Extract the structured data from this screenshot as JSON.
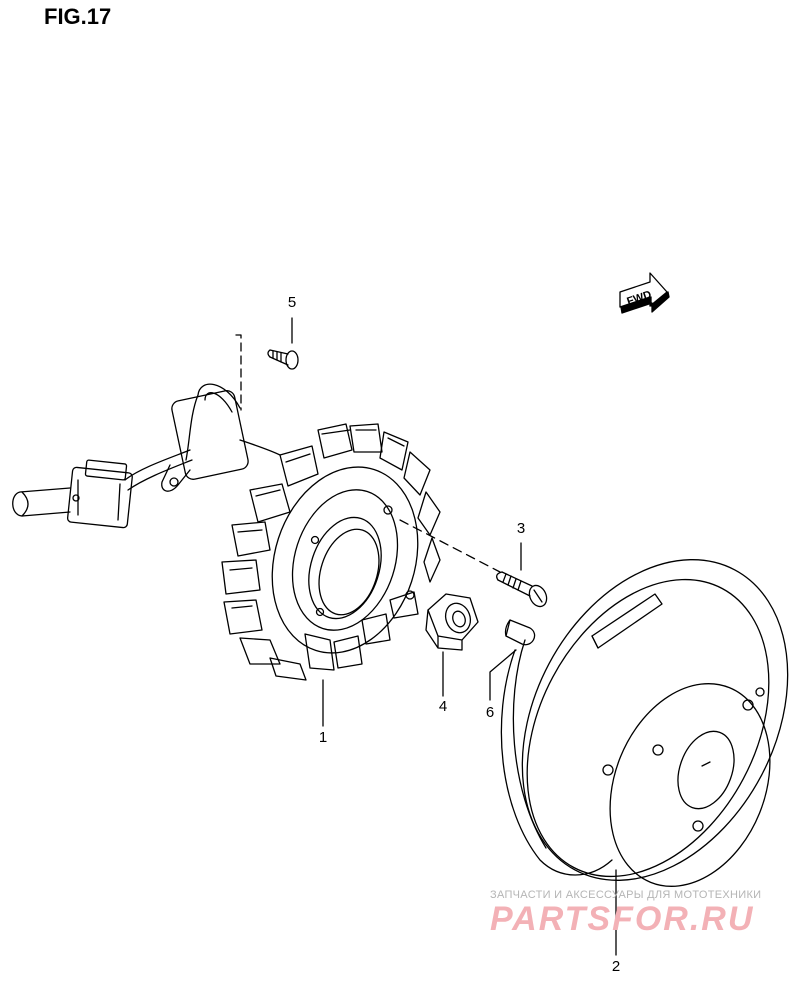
{
  "figure": {
    "title": "FIG.17"
  },
  "direction_marker": {
    "label": "FWD"
  },
  "callouts": [
    {
      "id": "1",
      "label": "1"
    },
    {
      "id": "2",
      "label": "2"
    },
    {
      "id": "3",
      "label": "3"
    },
    {
      "id": "4",
      "label": "4"
    },
    {
      "id": "5",
      "label": "5"
    },
    {
      "id": "6",
      "label": "6"
    }
  ],
  "watermark": {
    "tagline": "ЗАПЧАСТИ И АКСЕССУАРЫ ДЛЯ МОТОТЕХНИКИ",
    "brand": "PARTSFOR.RU",
    "color": "#f3b1b6"
  }
}
